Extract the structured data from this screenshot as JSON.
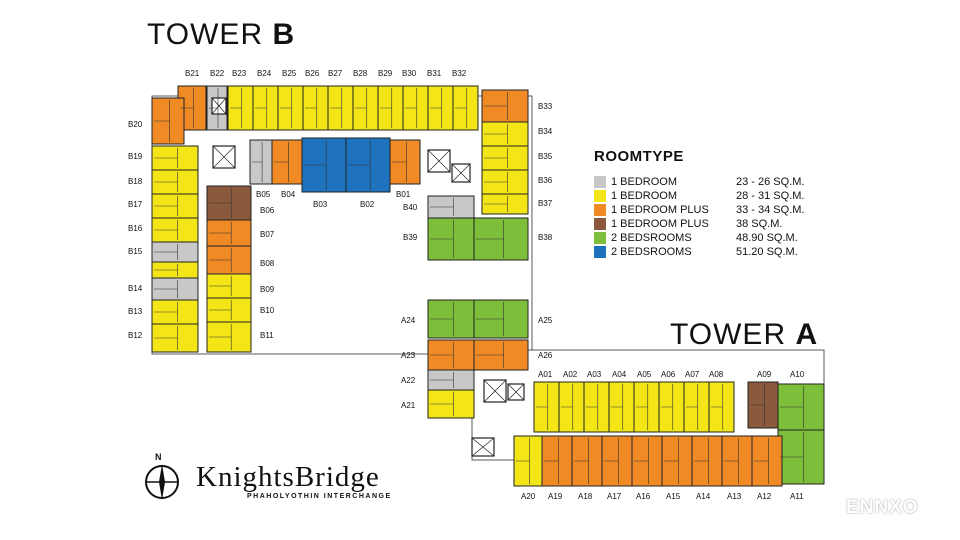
{
  "tower_b": {
    "prefix": "TOWER",
    "letter": "B"
  },
  "tower_a": {
    "prefix": "TOWER",
    "letter": "A"
  },
  "legend": {
    "title": "ROOMTYPE",
    "items": [
      {
        "name": "1 BEDROOM",
        "size": "23 - 26 SQ.M.",
        "color": "#c8c8c8"
      },
      {
        "name": "1 BEDROOM",
        "size": "28 - 31 SQ.M.",
        "color": "#f4e616"
      },
      {
        "name": "1 BEDROOM PLUS",
        "size": "33 - 34 SQ.M.",
        "color": "#ef8a25"
      },
      {
        "name": "1 BEDROOM PLUS",
        "size": "38 SQ.M.",
        "color": "#8a5a3c"
      },
      {
        "name": "2 BEDSROOMS",
        "size": "48.90 SQ.M.",
        "color": "#7dbf3b"
      },
      {
        "name": "2 BEDSROOMS",
        "size": "51.20 SQ.M.",
        "color": "#1e72be"
      }
    ]
  },
  "colors": {
    "grey": "#c8c8c8",
    "yellow": "#f4e616",
    "orange": "#ef8a25",
    "brown": "#8a5a3c",
    "green": "#7dbf3b",
    "blue": "#1e72be"
  },
  "units": {
    "B01": "B01",
    "B02": "B02",
    "B03": "B03",
    "B04": "B04",
    "B05": "B05",
    "B06": "B06",
    "B07": "B07",
    "B08": "B08",
    "B09": "B09",
    "B10": "B10",
    "B11": "B11",
    "B12": "B12",
    "B13": "B13",
    "B14": "B14",
    "B15": "B15",
    "B16": "B16",
    "B17": "B17",
    "B18": "B18",
    "B19": "B19",
    "B20": "B20",
    "B21": "B21",
    "B22": "B22",
    "B23": "B23",
    "B24": "B24",
    "B25": "B25",
    "B26": "B26",
    "B27": "B27",
    "B28": "B28",
    "B29": "B29",
    "B30": "B30",
    "B31": "B31",
    "B32": "B32",
    "B33": "B33",
    "B34": "B34",
    "B35": "B35",
    "B36": "B36",
    "B37": "B37",
    "B38": "B38",
    "B39": "B39",
    "B40": "B40",
    "A01": "A01",
    "A02": "A02",
    "A03": "A03",
    "A04": "A04",
    "A05": "A05",
    "A06": "A06",
    "A07": "A07",
    "A08": "A08",
    "A09": "A09",
    "A10": "A10",
    "A11": "A11",
    "A12": "A12",
    "A13": "A13",
    "A14": "A14",
    "A15": "A15",
    "A16": "A16",
    "A17": "A17",
    "A18": "A18",
    "A19": "A19",
    "A20": "A20",
    "A21": "A21",
    "A22": "A22",
    "A23": "A23",
    "A24": "A24",
    "A25": "A25",
    "A26": "A26"
  },
  "compass": {
    "label": "N"
  },
  "brand": {
    "name": "KnightsBridge",
    "tagline": "PHAHOLYOTHIN INTERCHANGE"
  },
  "watermark": "ENNXO"
}
